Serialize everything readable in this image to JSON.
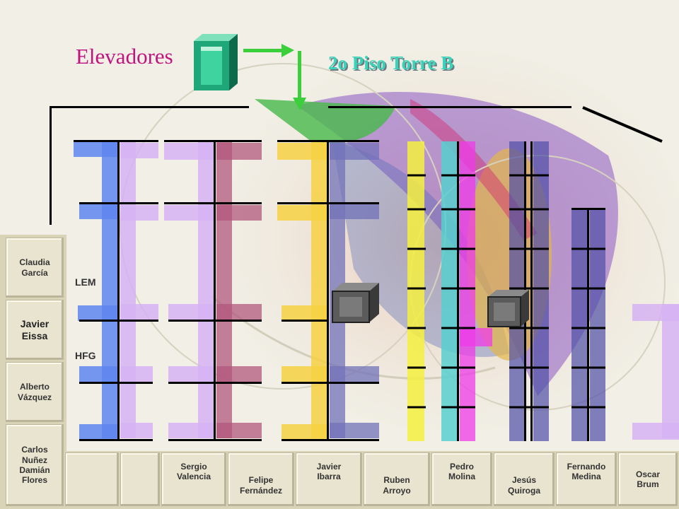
{
  "header": {
    "title": "Elevadores",
    "floor_title": "2o Piso Torre B"
  },
  "areas": {
    "lem": "LEM",
    "hfg": "HFG"
  },
  "left_people": [
    {
      "name": "Claudia\nGarcía"
    },
    {
      "name": "Javier\nEissa"
    },
    {
      "name": "Alberto\nVázquez"
    },
    {
      "name": "Carlos\nNuñez\nDamián\nFlores"
    }
  ],
  "bottom_people": [
    {
      "name": ""
    },
    {
      "name": ""
    },
    {
      "name": "Sergio\nValencia"
    },
    {
      "name": "Felipe\nFernández"
    },
    {
      "name": "Javier\nIbarra"
    },
    {
      "name": "Ruben\nArroyo"
    },
    {
      "name": "Pedro\nMolina"
    },
    {
      "name": "Jesús\nQuiroga"
    },
    {
      "name": "Fernando\nMedina"
    },
    {
      "name": "Oscar\nBrum"
    }
  ],
  "colors": {
    "blue": "#5f86ef",
    "lilac": "#d6b3f3",
    "mauve": "#b2587c",
    "yellow": "#f6d143",
    "slate": "#7272b8",
    "bright_yellow": "#f5f040",
    "cyan": "#58cfcf",
    "magenta": "#ef3be8",
    "navy": "#4e4ea6",
    "title": "#c0147f",
    "floor_title": "#38d3b8",
    "arrow": "#3ccf3c",
    "elevator": "#1fa77a"
  },
  "icons": [
    "elevator-icon",
    "arrow-right-icon",
    "arrow-down-icon",
    "filing-cabinet-icon"
  ]
}
